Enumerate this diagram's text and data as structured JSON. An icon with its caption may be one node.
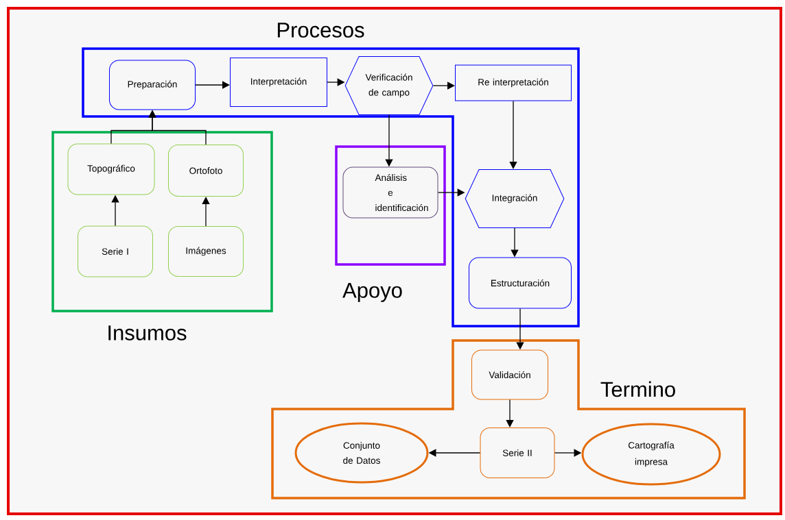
{
  "diagram": {
    "nodes": [
      {
        "text": [
          "Procesos"
        ]
      },
      {
        "text": [
          "Preparación"
        ],
        "in": 0
      },
      {
        "text": [
          "Interpretación"
        ],
        "in": 0
      },
      {
        "text": [
          "Verificación de campo"
        ],
        "in": 0
      },
      {
        "text": [
          "Re interpretación"
        ],
        "in": 0
      },
      {
        "text": [
          "Integración"
        ],
        "in": 0
      },
      {
        "text": [
          "Estructuración"
        ],
        "in": 0
      },
      {
        "text": [
          "Insumos"
        ]
      },
      {
        "text": [
          "Topográfico"
        ],
        "in": 7
      },
      {
        "text": [
          "Ortofoto"
        ],
        "in": 7
      },
      {
        "text": [
          "Serie I"
        ],
        "in": 7
      },
      {
        "text": [
          "Imágenes"
        ],
        "in": 7
      },
      {
        "text": [
          "Apoyo"
        ]
      },
      {
        "text": [
          "Análisis e identificación"
        ],
        "in": 12
      },
      {
        "text": [
          "Termino"
        ]
      },
      {
        "text": [
          "Validación"
        ],
        "in": 14
      },
      {
        "text": [
          "Serie II"
        ],
        "in": 14
      },
      {
        "text": [
          "Conjunto de Datos"
        ],
        "in": 14
      },
      {
        "text": [
          "Cartografía impresa"
        ],
        "in": 14
      }
    ],
    "edges": [
      {
        "from": 1,
        "to": 2,
        "arrow": "to"
      },
      {
        "from": 2,
        "to": 3,
        "arrow": "to"
      },
      {
        "from": 3,
        "to": 4,
        "arrow": "to"
      },
      {
        "from": 3,
        "to": 13,
        "arrow": "to"
      },
      {
        "from": 4,
        "to": 5,
        "arrow": "to"
      },
      {
        "from": 13,
        "to": 5,
        "arrow": "to"
      },
      {
        "from": 5,
        "to": 6,
        "arrow": "to"
      },
      {
        "from": 6,
        "to": 15,
        "arrow": "to"
      },
      {
        "from": 15,
        "to": 16,
        "arrow": "to"
      },
      {
        "from": 16,
        "to": 17,
        "arrow": "to"
      },
      {
        "from": 16,
        "to": 18,
        "arrow": "to"
      },
      {
        "from": 10,
        "to": 8,
        "arrow": "to"
      },
      {
        "from": 11,
        "to": 9,
        "arrow": "to"
      },
      {
        "from": 8,
        "to": 1,
        "arrow": "to"
      },
      {
        "from": 9,
        "to": 1,
        "arrow": "to"
      }
    ]
  }
}
